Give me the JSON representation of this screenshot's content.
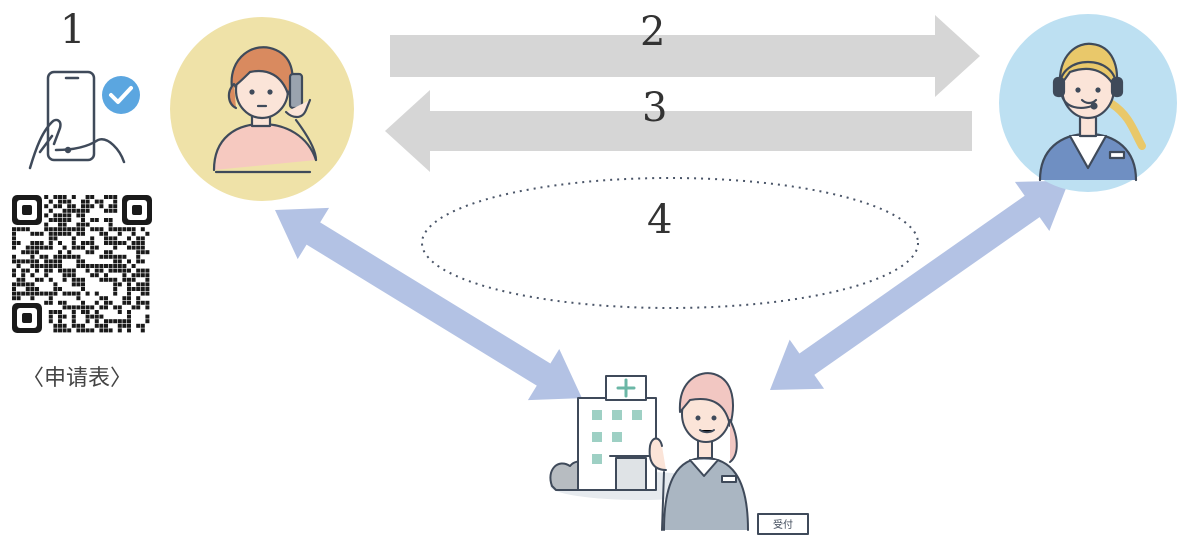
{
  "steps": {
    "step1": "1",
    "step2": "2",
    "step3": "3",
    "step4": "4"
  },
  "form_caption": "〈申请表〉",
  "hospital_sign": "受付",
  "colors": {
    "gray_arrow": "#d6d6d6",
    "blue_arrow": "#b3c2e4",
    "patient_bg": "#efe2a8",
    "operator_bg": "#bde0f2",
    "line": "#3f4a5a",
    "check_badge": "#5ba6e0"
  },
  "icons": [
    "phone-hand-icon",
    "check-badge-icon",
    "qr-code",
    "patient-on-phone-icon",
    "call-center-operator-icon",
    "hospital-receptionist-icon"
  ]
}
